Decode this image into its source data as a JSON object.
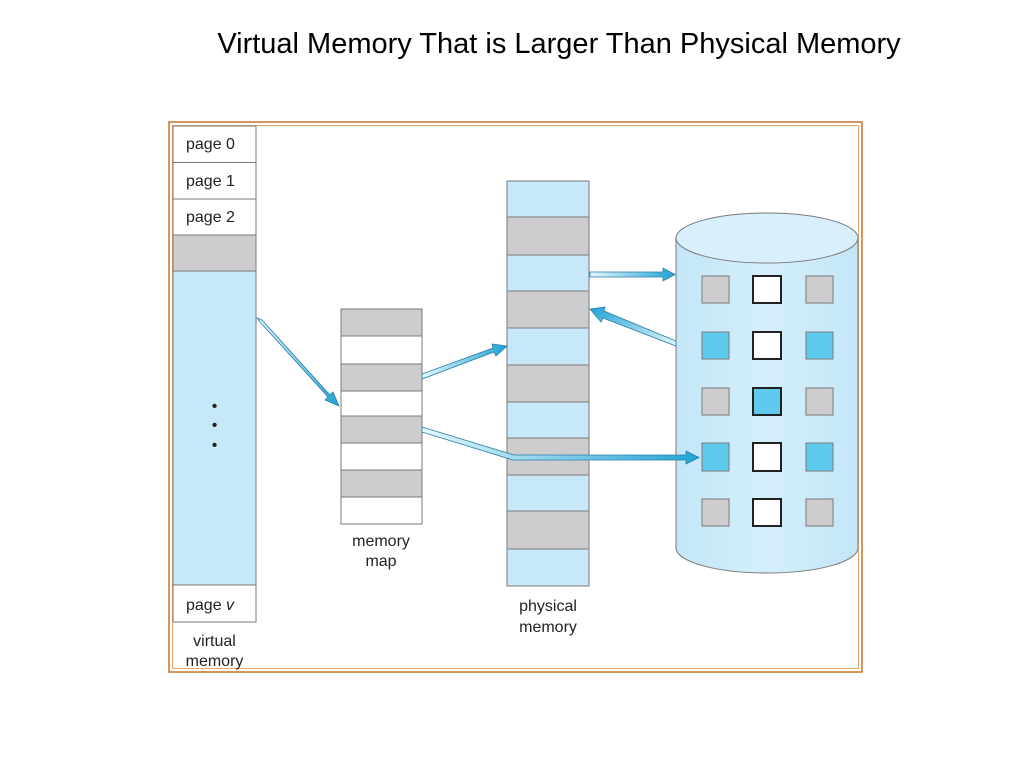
{
  "slide": {
    "title": "Virtual Memory That is Larger Than Physical Memory"
  },
  "virtual_memory": {
    "pages": [
      "page 0",
      "page 1",
      "page 2"
    ],
    "last_page_prefix": "page ",
    "last_page_var": "v",
    "caption_line1": "virtual",
    "caption_line2": "memory",
    "ellipsis_dot": "•"
  },
  "memory_map": {
    "caption_line1": "memory",
    "caption_line2": "map"
  },
  "physical_memory": {
    "caption_line1": "physical",
    "caption_line2": "memory"
  },
  "colors": {
    "frame": "#c8732a",
    "light_blue": "#c6e8f8",
    "page_gray": "#cdcdcf",
    "disk_blue": "#5ecbee",
    "arrow_blue": "#2aa7d6",
    "cylinder_top": "#d7f0fb"
  }
}
